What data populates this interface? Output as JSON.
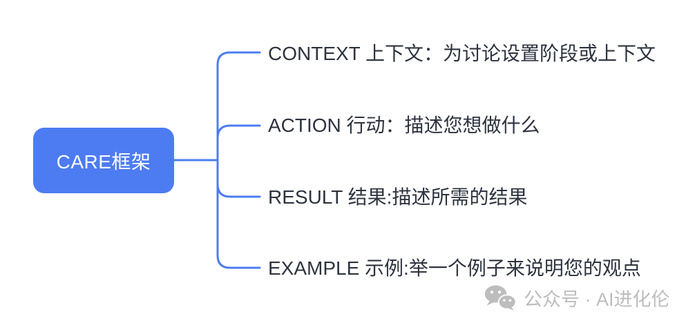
{
  "diagram": {
    "type": "mindmap",
    "root": {
      "label": "CARE框架"
    },
    "branches": [
      {
        "label": "CONTEXT 上下文：为讨论设置阶段或上下文"
      },
      {
        "label": "ACTION 行动：描述您想做什么"
      },
      {
        "label": "RESULT 结果:描述所需的结果"
      },
      {
        "label": "EXAMPLE 示例:举一个例子来说明您的观点"
      }
    ]
  },
  "watermark": {
    "icon": "wechat-icon",
    "text": "公众号 · AI进化伦"
  },
  "colors": {
    "node_blue": "#4d7cf2",
    "connector_blue": "#4d7cf2",
    "node_text": "#ffffff",
    "branch_text": "#2d333e",
    "watermark_gray": "#bdbdbd",
    "background": "#ffffff"
  }
}
